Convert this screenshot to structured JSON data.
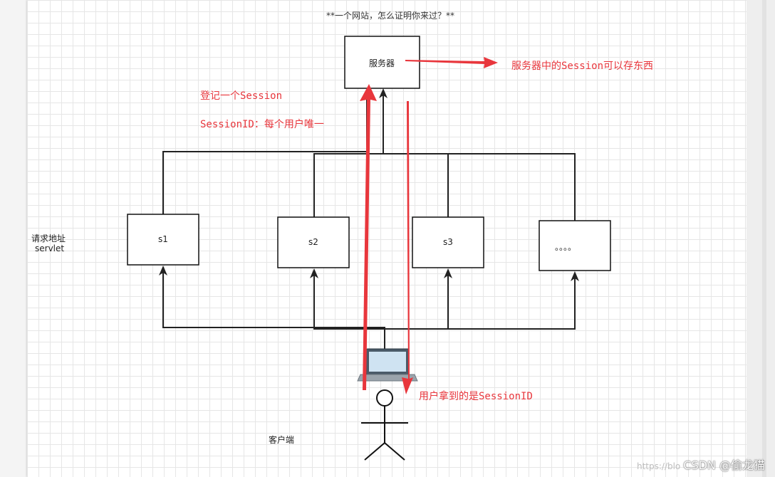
{
  "title": "**一个网站，怎么证明你来过？**",
  "server": {
    "label": "服务器"
  },
  "server_note": "服务器中的Session可以存东西",
  "register_note": "登记一个Session",
  "sessionid_note": "SessionID：每个用户唯一",
  "request_label": {
    "line1": "请求地址",
    "line2": "servlet"
  },
  "servlets": [
    {
      "label": "s1"
    },
    {
      "label": "s2"
    },
    {
      "label": "s3"
    },
    {
      "label": "。。。。"
    }
  ],
  "user_note": "用户拿到的是SessionID",
  "client_label": "客户端",
  "watermark": {
    "faint": "https://blo",
    "main": "CSDN @偷龙猫"
  },
  "colors": {
    "accent_red": "#e8363c",
    "line": "#222222",
    "grid": "#e6e6e6"
  }
}
